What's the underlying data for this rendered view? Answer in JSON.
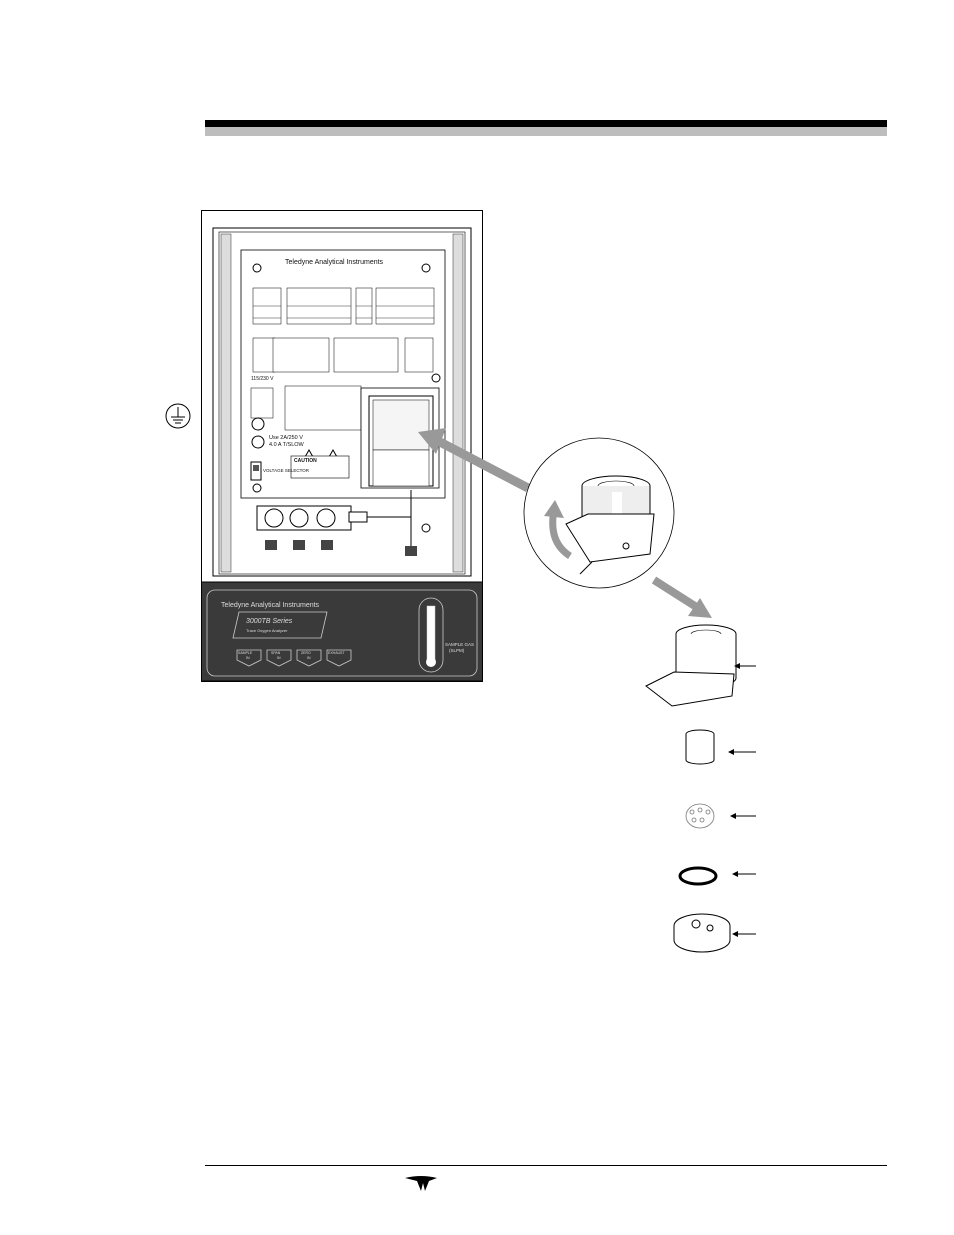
{
  "panel": {
    "brand": "Teledyne Analytical Instruments",
    "voltage_block": "115/230 V",
    "fuse_rating": "Use 2A/250 V",
    "fuse_type": "4.0 A T/SLOW",
    "caution_label": "CAUTION",
    "voltage_selector": "VOLTAGE SELECTOR"
  },
  "front": {
    "brand": "Teledyne Analytical Instruments",
    "series": "3000TB Series",
    "series_sub": "Trace Oxygen Analyzer",
    "flowmeter_label_1": "SAMPLE GAS",
    "flowmeter_label_2": "(SLPM)",
    "buttons": [
      {
        "line1": "SAMPLE",
        "line2": "IN"
      },
      {
        "line1": "SPAN",
        "line2": "IN"
      },
      {
        "line1": "ZERO",
        "line2": "IN"
      },
      {
        "line1": "EXHAUST",
        "line2": ""
      }
    ]
  },
  "icons": {
    "ground": "ground-symbol-icon",
    "logo": "teledyne-logo-icon"
  }
}
